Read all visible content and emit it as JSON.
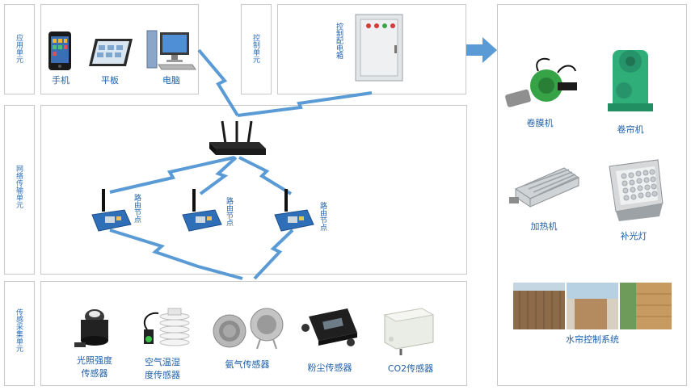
{
  "sections": {
    "app_unit": "应用单元",
    "control_unit": "控制单元",
    "network_unit": "网络传输单元",
    "sensor_unit": "传感采集单元"
  },
  "devices": {
    "phone": "手机",
    "tablet": "平板",
    "computer": "电脑",
    "control_box": "控制配电箱"
  },
  "network": {
    "route_nodes": [
      "路由节点",
      "路由节点",
      "路由节点"
    ]
  },
  "sensors": [
    {
      "label": "光照强度\n传感器"
    },
    {
      "label": "空气温湿\n度传感器"
    },
    {
      "label": "氨气传感器"
    },
    {
      "label": "粉尘传感器"
    },
    {
      "label": "CO2传感器"
    }
  ],
  "actuators": {
    "film_roller": "卷膜机",
    "curtain_roller": "卷帘机",
    "heater": "加热机",
    "fill_light": "补光灯",
    "water_curtain": "水帘控制系统"
  },
  "colors": {
    "link_blue": "#5b9bd5",
    "label_blue": "#1f5fa8",
    "border": "#c9c9c9"
  }
}
